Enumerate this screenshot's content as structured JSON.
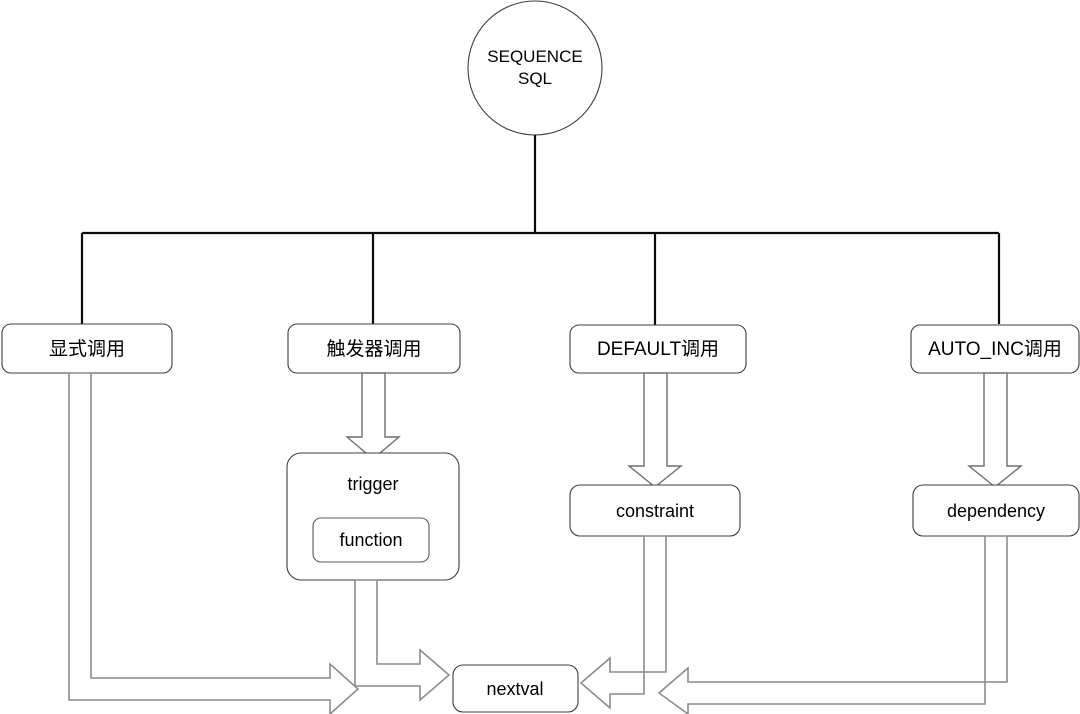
{
  "diagram": {
    "title_node": {
      "name": "sequence-sql-root",
      "line1": "SEQUENCE",
      "line2": "SQL"
    },
    "branches": [
      {
        "id": "explicit",
        "label": "显式调用"
      },
      {
        "id": "trigger-call",
        "label": "触发器调用"
      },
      {
        "id": "default-call",
        "label": "DEFAULT调用"
      },
      {
        "id": "auto-inc-call",
        "label": "AUTO_INC调用"
      }
    ],
    "mid_nodes": [
      {
        "id": "trigger",
        "label": "trigger"
      },
      {
        "id": "function",
        "label": "function"
      },
      {
        "id": "constraint",
        "label": "constraint"
      },
      {
        "id": "dependency",
        "label": "dependency"
      }
    ],
    "sink_node": {
      "id": "nextval",
      "label": "nextval"
    },
    "colors": {
      "background": "#ffffff",
      "node_stroke": "#3d3d3d",
      "tree_line": "#0a0a0a",
      "arrow_stroke": "#8c8c8c",
      "text": "#000000"
    }
  }
}
